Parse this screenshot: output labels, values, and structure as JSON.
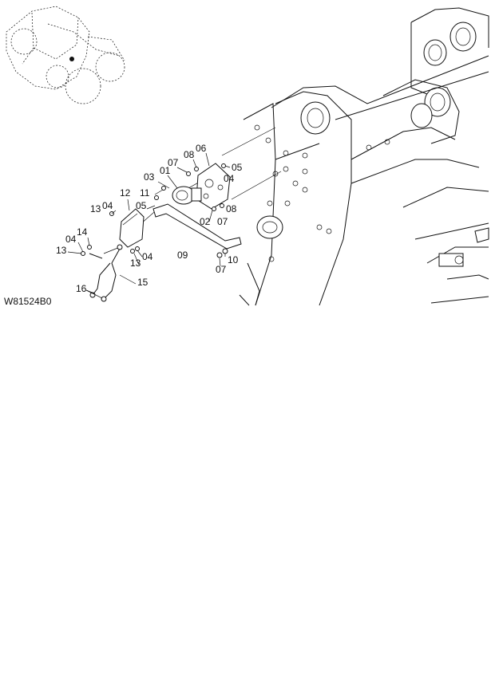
{
  "drawing": {
    "code": "W81524B0",
    "labels": [
      {
        "id": "01",
        "text": "01"
      },
      {
        "id": "02",
        "text": "02"
      },
      {
        "id": "03",
        "text": "03"
      },
      {
        "id": "04a",
        "text": "04"
      },
      {
        "id": "04b",
        "text": "04"
      },
      {
        "id": "04c",
        "text": "04"
      },
      {
        "id": "04d",
        "text": "04"
      },
      {
        "id": "05a",
        "text": "05"
      },
      {
        "id": "05b",
        "text": "05"
      },
      {
        "id": "06",
        "text": "06"
      },
      {
        "id": "07a",
        "text": "07"
      },
      {
        "id": "07b",
        "text": "07"
      },
      {
        "id": "07c",
        "text": "07"
      },
      {
        "id": "08a",
        "text": "08"
      },
      {
        "id": "08b",
        "text": "08"
      },
      {
        "id": "09",
        "text": "09"
      },
      {
        "id": "10",
        "text": "10"
      },
      {
        "id": "11",
        "text": "11"
      },
      {
        "id": "12",
        "text": "12"
      },
      {
        "id": "13a",
        "text": "13"
      },
      {
        "id": "13b",
        "text": "13"
      },
      {
        "id": "13c",
        "text": "13"
      },
      {
        "id": "14",
        "text": "14"
      },
      {
        "id": "15",
        "text": "15"
      },
      {
        "id": "16",
        "text": "16"
      }
    ]
  }
}
